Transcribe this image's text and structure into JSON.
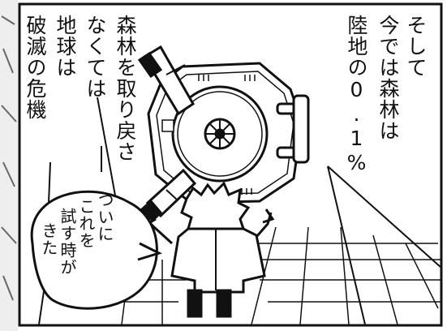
{
  "panel": {
    "narration_lines": [
      "そして",
      "今では森林は",
      "陸地の0.1%",
      "森林を取り戻さ",
      "なくては",
      "地球は",
      "破滅の危機"
    ],
    "speech_lines": [
      "ついに",
      "これを",
      "試す時が",
      "きた"
    ]
  },
  "colors": {
    "ink": "#111111",
    "tone": "#cfcfcf",
    "paper": "#ffffff"
  }
}
